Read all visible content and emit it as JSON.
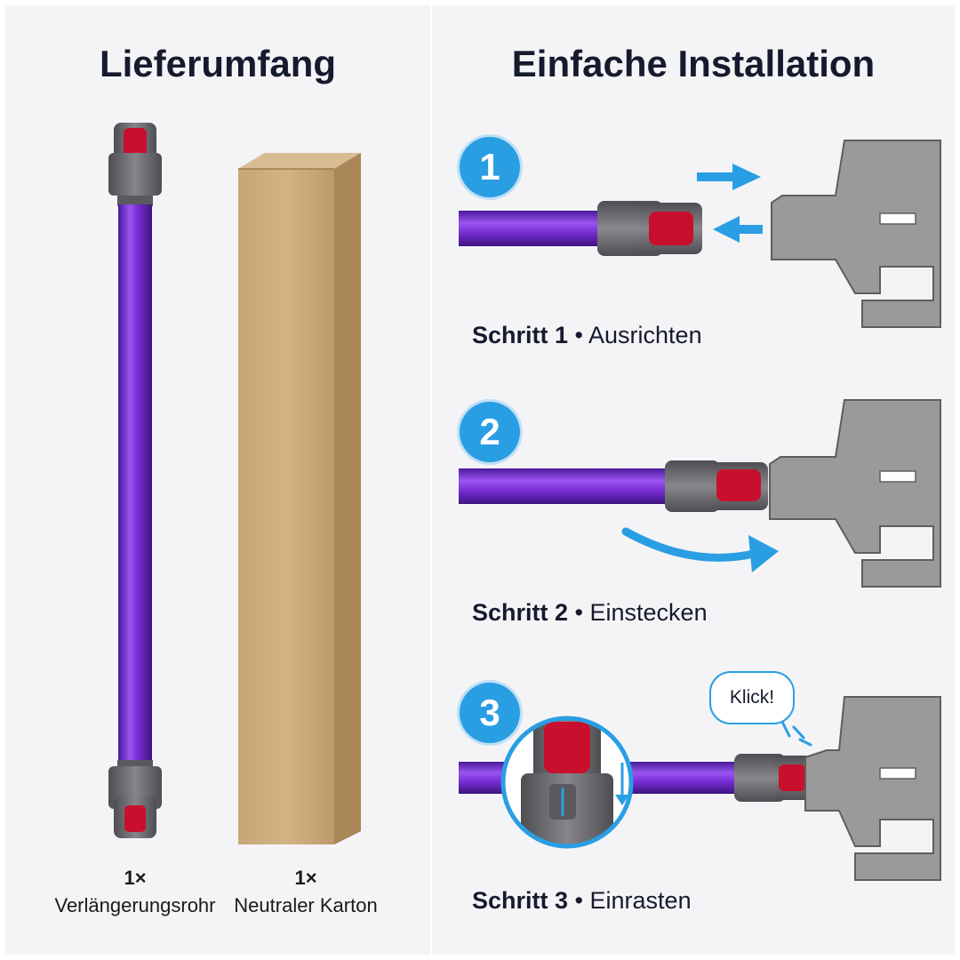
{
  "left": {
    "title": "Lieferumfang",
    "items": [
      {
        "qty": "1×",
        "label": "Verlängerungsrohr"
      },
      {
        "qty": "1×",
        "label": "Neutraler Karton"
      }
    ]
  },
  "right": {
    "title": "Einfache Installation",
    "steps": [
      {
        "number": "1",
        "title": "Schritt 1",
        "separator": "•",
        "action": "Ausrichten"
      },
      {
        "number": "2",
        "title": "Schritt 2",
        "separator": "•",
        "action": "Einstecken"
      },
      {
        "number": "3",
        "title": "Schritt 3",
        "separator": "•",
        "action": "Einrasten"
      }
    ],
    "click_bubble": "Klick!"
  },
  "colors": {
    "tube_purple": "#7b2fd6",
    "connector_grey": "#6a6a6e",
    "latch_red": "#c8102e",
    "accent_blue": "#2a9ee3",
    "cardboard": "#c9a878",
    "vacuum_grey": "#9a9a9a"
  }
}
